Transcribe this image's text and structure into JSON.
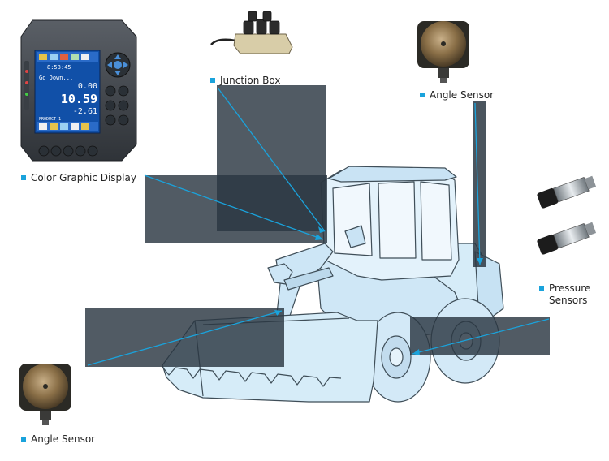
{
  "diagram": {
    "labels": {
      "color_display": "Color Graphic Display",
      "junction_box": "Junction Box",
      "angle_sensor_top": "Angle Sensor",
      "angle_sensor_bottom": "Angle Sensor",
      "pressure_sensors_line1": "Pressure",
      "pressure_sensors_line2": "Sensors"
    },
    "display_screen": {
      "time": "8:58:45",
      "status": "Go Down...",
      "value_a": "0.00",
      "value_b": "10.59",
      "value_c": "-2.61",
      "product": "PRODUCT 1"
    },
    "colors": {
      "accent": "#1aa3dc",
      "callout_box": "#2b3742",
      "loader_fill": "#d6ecf8",
      "loader_stroke": "#3f4e58"
    }
  }
}
